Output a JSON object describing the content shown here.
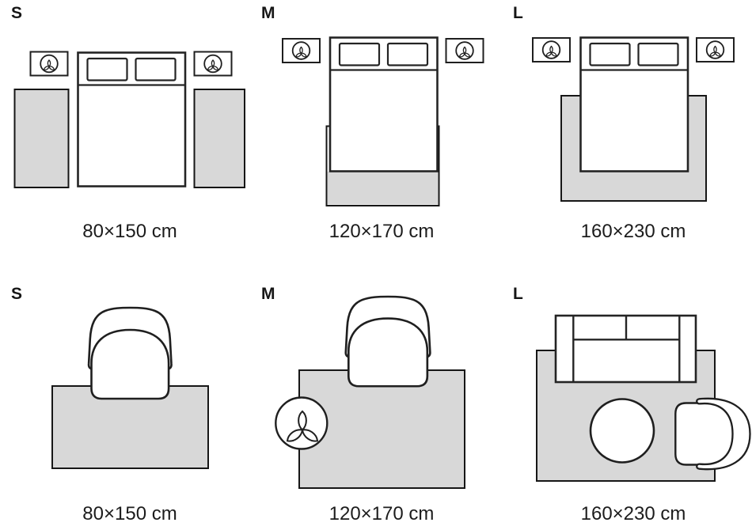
{
  "colors": {
    "stroke": "#1f1f1f",
    "rug_fill": "#d8d8d8",
    "text": "#1c1c1c"
  },
  "panels": [
    {
      "id": "bedroom-s",
      "label": "S",
      "caption": "80×150 cm"
    },
    {
      "id": "bedroom-m",
      "label": "M",
      "caption": "120×170 cm"
    },
    {
      "id": "bedroom-l",
      "label": "L",
      "caption": "160×230 cm"
    },
    {
      "id": "living-s",
      "label": "S",
      "caption": "80×150 cm"
    },
    {
      "id": "living-m",
      "label": "M",
      "caption": "120×170 cm"
    },
    {
      "id": "living-l",
      "label": "L",
      "caption": "160×230 cm"
    }
  ]
}
